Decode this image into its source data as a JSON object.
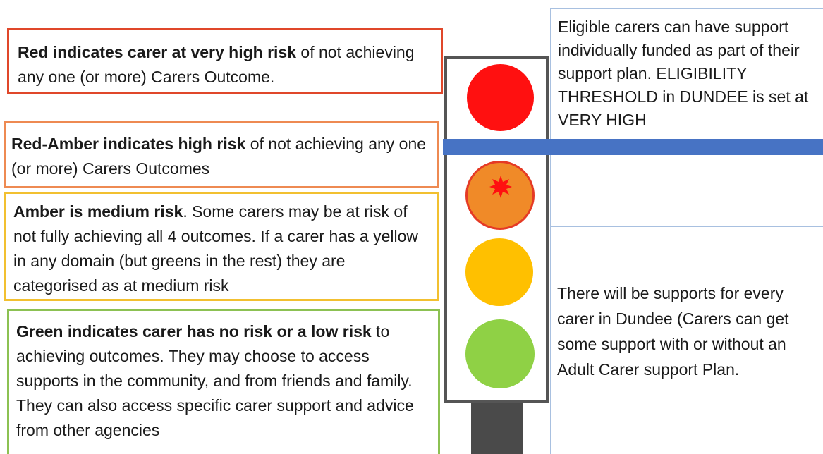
{
  "legend": {
    "red": {
      "bold": "Red indicates  carer at very high risk",
      "rest": " of not achieving any  one (or more) Carers Outcome."
    },
    "red_amber": {
      "bold": "Red-Amber indicates  high risk",
      "rest": " of not achieving any  one (or more) Carers Outcomes"
    },
    "amber": {
      "bold": "Amber is medium risk",
      "rest": ". Some carers may be at risk of not fully achieving all 4 outcomes. If a carer has a yellow in any domain (but greens in the rest) they are categorised as at medium  risk"
    },
    "green": {
      "bold": " Green indicates carer has no risk or a low risk",
      "rest": " to  achieving outcomes. They may choose to access supports in the community, and from friends and family. They can also access specific carer support and advice from other agencies"
    }
  },
  "right_panel": {
    "eligible": "Eligible carers can have support individually funded as part of their support plan. ELIGIBILITY THRESHOLD in DUNDEE is set at VERY HIGH",
    "supports": "There will be supports for every carer in Dundee (Carers can get some support  with or without an Adult Carer support Plan."
  },
  "colors": {
    "red": "#ff1010",
    "red_amber": "#f08a28",
    "amber": "#ffc000",
    "green": "#8fd145",
    "threshold_line": "#4773c4"
  }
}
